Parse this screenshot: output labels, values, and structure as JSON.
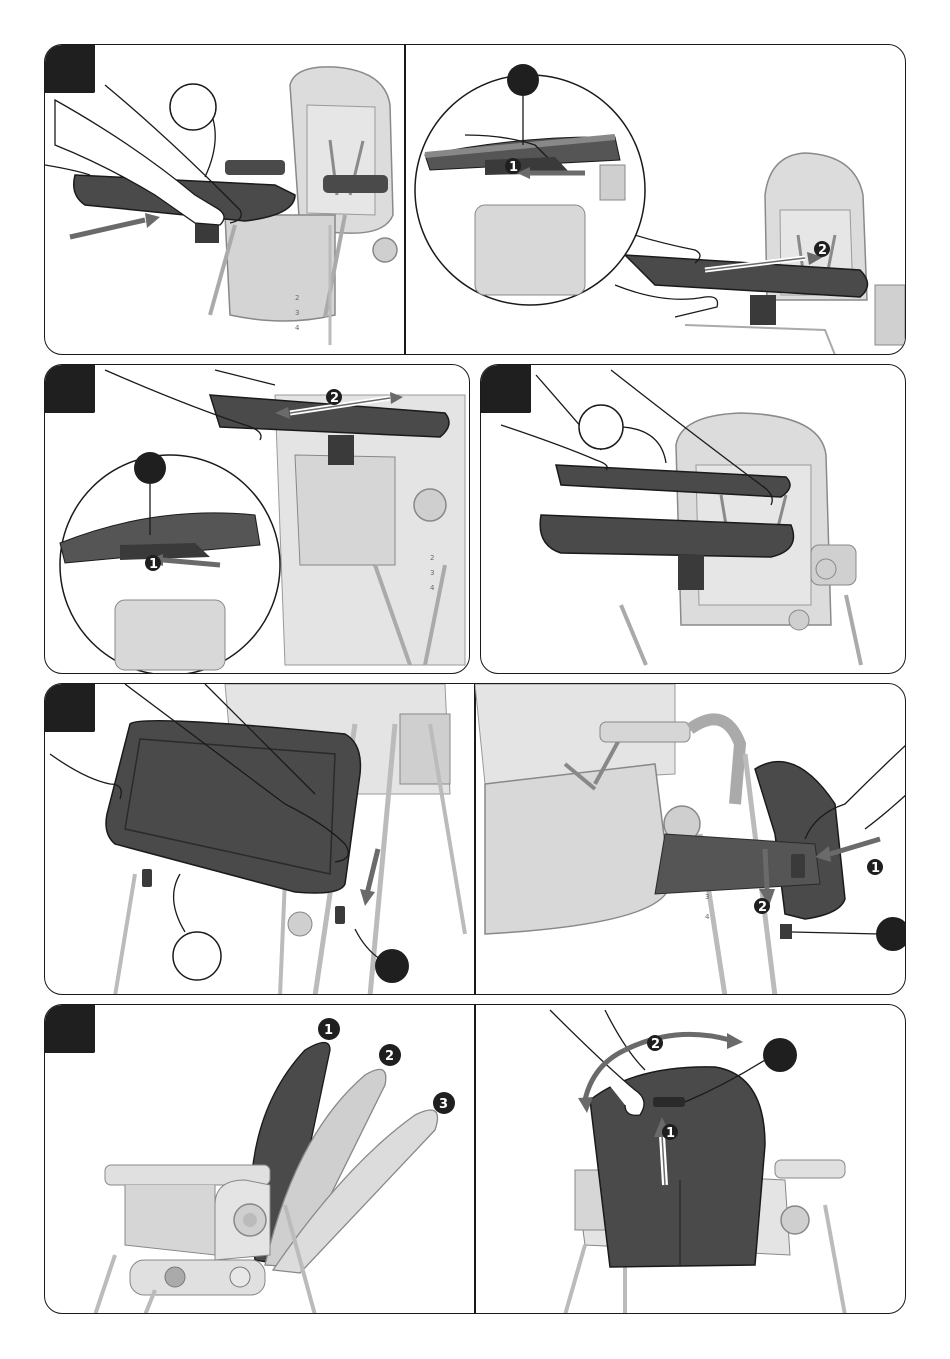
{
  "colors": {
    "line": "#1a1a1a",
    "tray_dark": "#4a4a4a",
    "tray_light": "#6a6a6a",
    "chair_grey": "#d7d7d7",
    "chair_light": "#e8e8e8",
    "callout_bg": "#ffffff",
    "marker": "#1f1f1f"
  },
  "icons": [
    "tray-icon",
    "hand-icon",
    "arrow-icon",
    "callout-circle-icon",
    "numbered-marker-icon"
  ],
  "steps": {
    "step1": {
      "markers": [
        "1",
        "2"
      ]
    },
    "step2": {
      "markers": [
        "1",
        "2"
      ]
    },
    "step3": {
      "markers": []
    },
    "step4": {
      "markers": [
        "1",
        "2"
      ]
    },
    "step5": {
      "markers": [
        "1",
        "2",
        "3"
      ]
    },
    "step6": {
      "markers": [
        "1",
        "2"
      ]
    }
  },
  "height_scale": [
    "2",
    "3",
    "4"
  ]
}
